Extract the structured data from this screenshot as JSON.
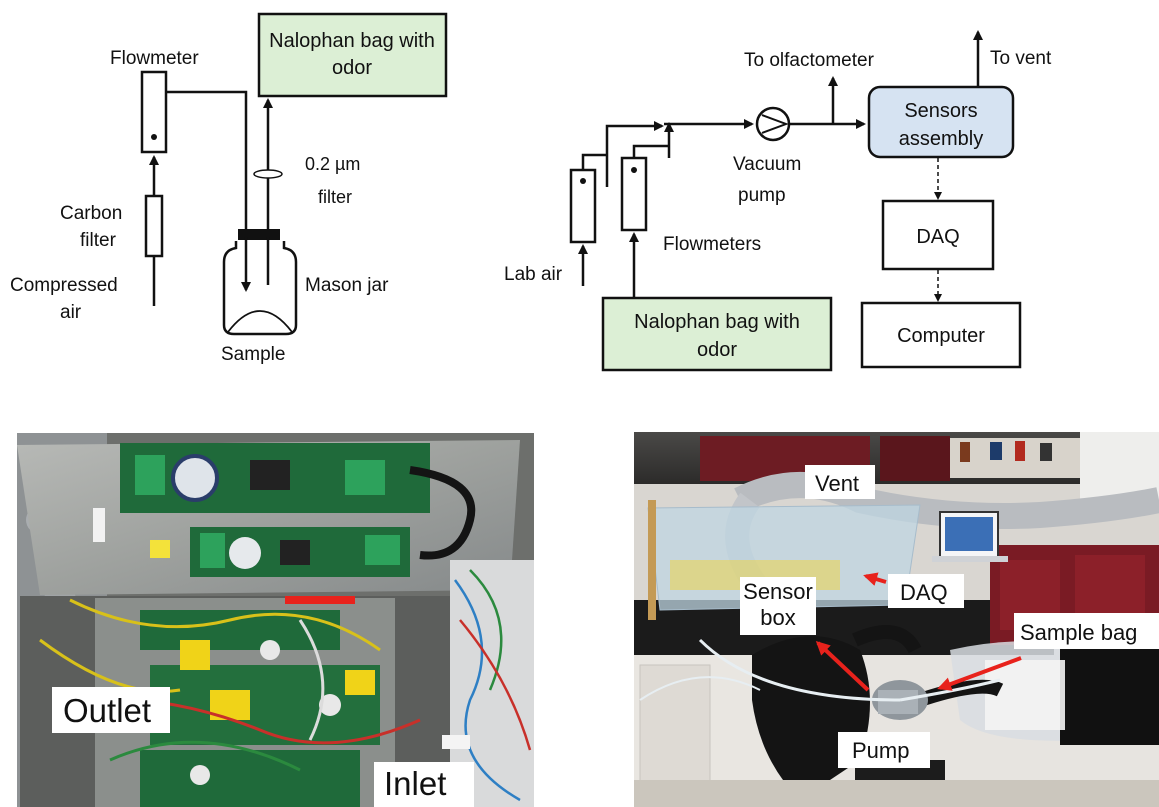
{
  "setup_left": {
    "flowmeter": "Flowmeter",
    "bag_line1": "Nalophan bag with",
    "bag_line2": "odor",
    "filter_line1": "0.2 µm",
    "filter_line2": "filter",
    "carbon_line1": "Carbon",
    "carbon_line2": "filter",
    "air_line1": "Compressed",
    "air_line2": "air",
    "jar": "Mason jar",
    "sample": "Sample"
  },
  "setup_right": {
    "to_olfactometer": "To olfactometer",
    "to_vent": "To vent",
    "sensors_line1": "Sensors",
    "sensors_line2": "assembly",
    "pump_line1": "Vacuum",
    "pump_line2": "pump",
    "lab_air": "Lab air",
    "flowmeters": "Flowmeters",
    "daq": "DAQ",
    "computer": "Computer",
    "bag_line1": "Nalophan bag with",
    "bag_line2": "odor"
  },
  "photo_left": {
    "outlet": "Outlet",
    "inlet": "Inlet"
  },
  "photo_right": {
    "vent": "Vent",
    "sensor_line1": "Sensor",
    "sensor_line2": "box",
    "daq": "DAQ",
    "sample_bag": "Sample bag",
    "pump": "Pump"
  },
  "colors": {
    "bag_fill": "#dcefd5",
    "sensors_fill": "#d6e3f2",
    "arrow_red": "#e8221c"
  }
}
